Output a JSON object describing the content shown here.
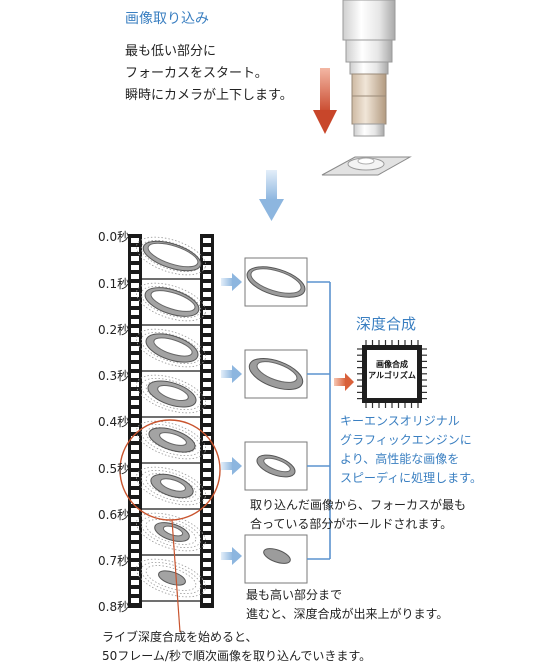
{
  "capture": {
    "title": "画像取り込み",
    "lines": [
      "最も低い部分に",
      "フォーカスをスタート。",
      "瞬時にカメラが上下します。"
    ]
  },
  "times": [
    "0.0秒",
    "0.1秒",
    "0.2秒",
    "0.3秒",
    "0.4秒",
    "0.5秒",
    "0.6秒",
    "0.7秒",
    "0.8秒"
  ],
  "synthesis": {
    "title": "深度合成",
    "chip_lines": [
      "画像合成",
      "アルゴリズム"
    ],
    "engine_lines": [
      "キーエンスオリジナル",
      "グラフィックエンジンに",
      "より、高性能な画像を",
      "スピーディに処理します。"
    ]
  },
  "notes": {
    "hold": [
      "取り込んだ画像から、フォーカスが最も",
      "合っている部分がホールドされます。"
    ],
    "complete": [
      "最も高い部分まで",
      "進むと、深度合成が出来上がります。"
    ],
    "live": [
      "ライブ深度合成を始めると、",
      "50フレーム/秒で順次画像を取り込んでいきます。"
    ]
  },
  "colors": {
    "accent_blue": "#3a7fc1",
    "arrow_red": "#c8462a",
    "circle_red": "#c9542e",
    "arrow_light_blue": "#a9c8e8"
  }
}
